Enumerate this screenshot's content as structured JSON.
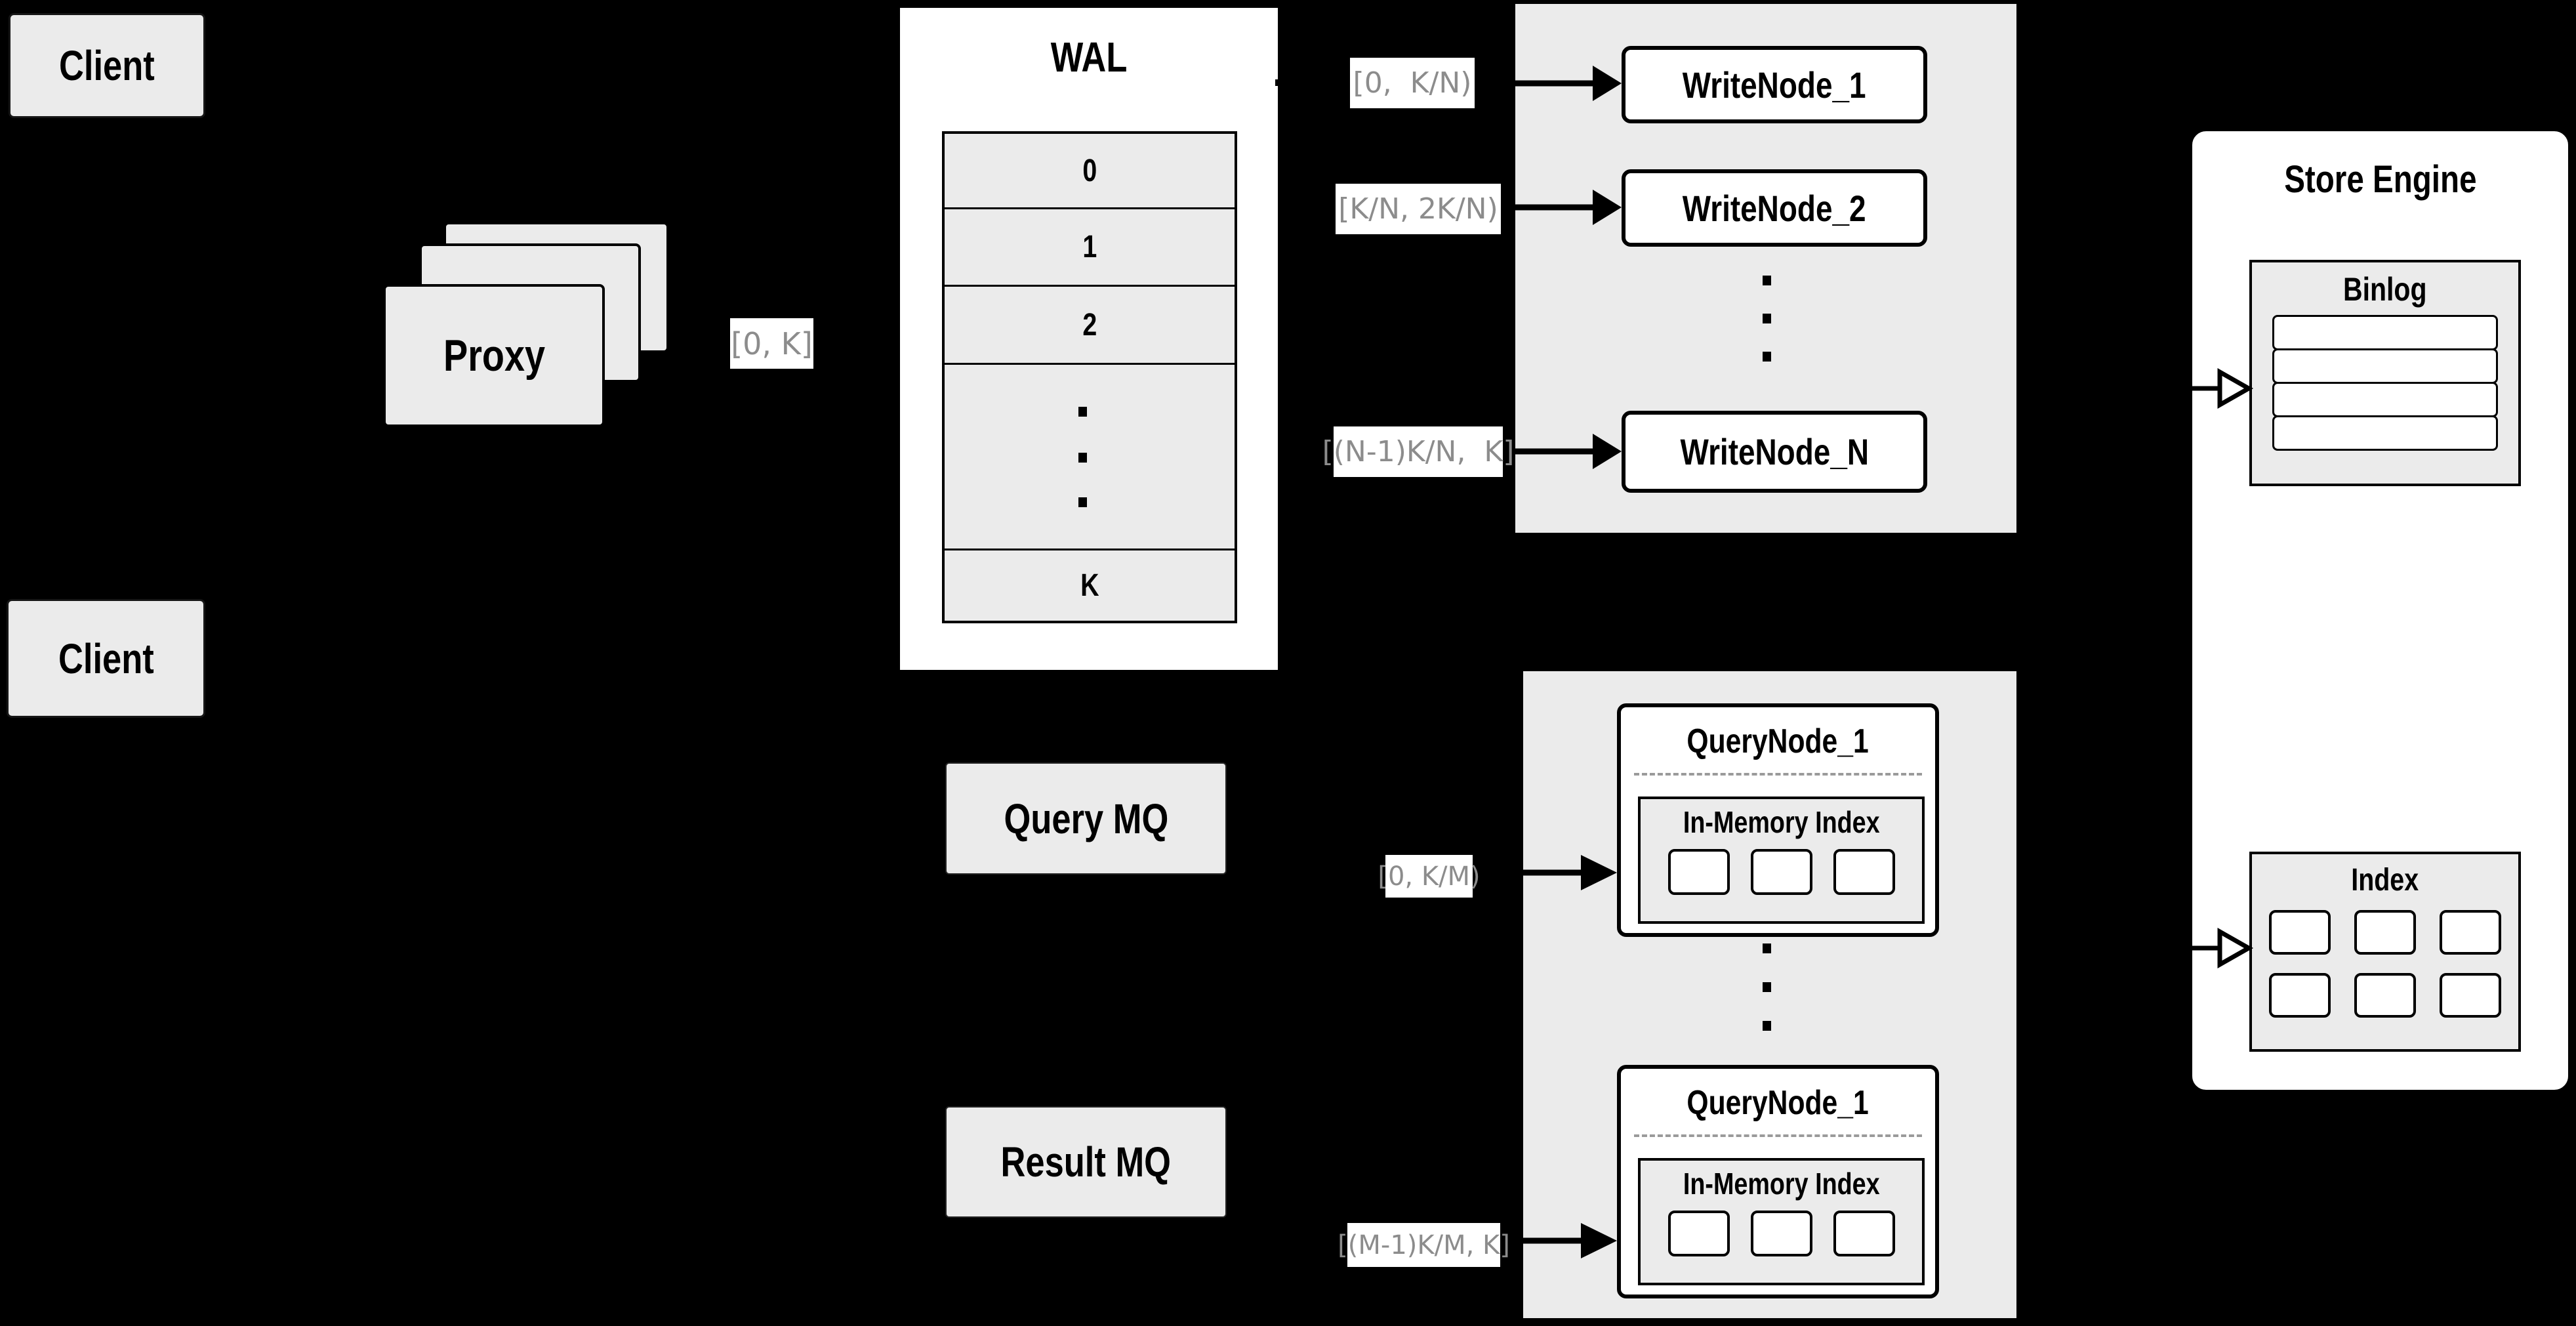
{
  "clients": {
    "top_label": "Client",
    "bottom_label": "Client"
  },
  "proxy": {
    "label": "Proxy"
  },
  "wal": {
    "title": "WAL",
    "rows": [
      "0",
      "1",
      "2",
      "K"
    ]
  },
  "ranges": {
    "client_to_wal": "[0, K]",
    "wal_to_write_1": "[0,  K/N)",
    "wal_to_write_2": "[K/N, 2K/N)",
    "wal_to_write_n": "[(N-1)K/N,  K]",
    "query_to_node_top": "[0, K/M)",
    "result_to_node_bottom": "[(M-1)K/M, K]"
  },
  "write_cluster": {
    "node_1": "WriteNode_1",
    "node_2": "WriteNode_2",
    "node_n": "WriteNode_N"
  },
  "mq": {
    "query": "Query MQ",
    "result": "Result MQ"
  },
  "query_cluster": {
    "node_top": {
      "title": "QueryNode_1",
      "inner_title": "In-Memory Index"
    },
    "node_bottom": {
      "title": "QueryNode_1",
      "inner_title": "In-Memory Index"
    }
  },
  "store_engine": {
    "title": "Store Engine",
    "binlog_title": "Binlog",
    "index_title": "Index"
  },
  "colors": {
    "background": "#000000",
    "panel_gray": "#ebebeb",
    "box_white": "#ffffff",
    "border_black": "#000000",
    "range_label_text": "#8c8c8c",
    "dashed_separator": "#9a9a9a"
  }
}
